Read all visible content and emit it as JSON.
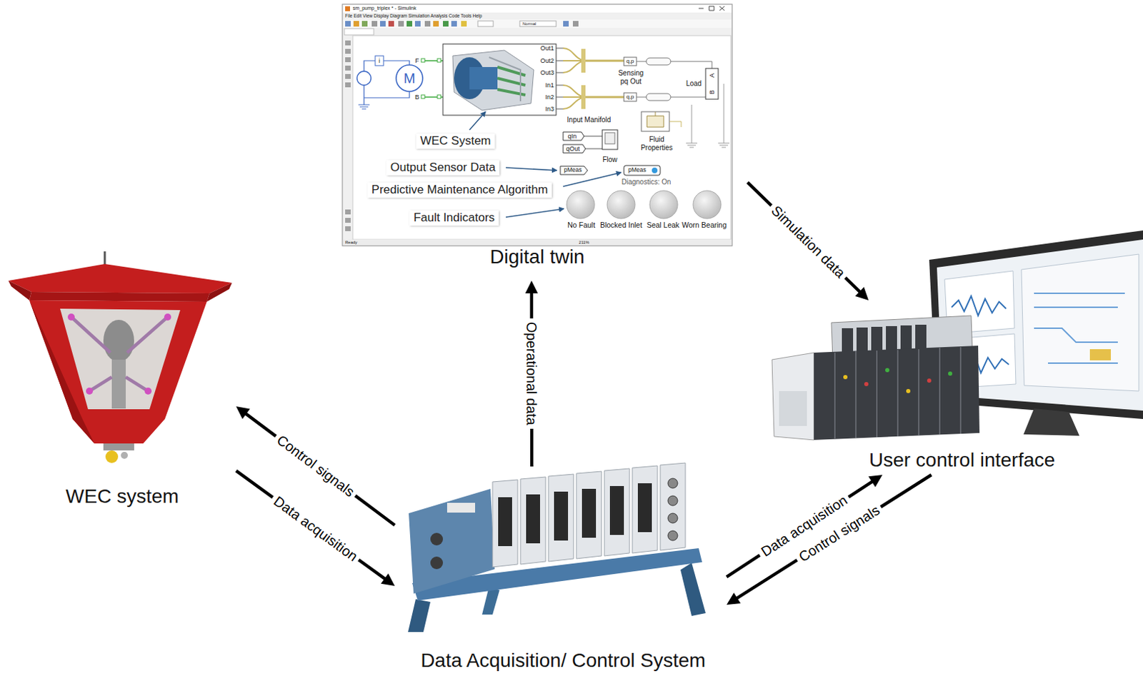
{
  "diagram": {
    "nodes": [
      {
        "text": [
          "Digital twin"
        ]
      },
      {
        "text": [
          "WEC system"
        ]
      },
      {
        "text": [
          "User control interface"
        ]
      },
      {
        "text": [
          "Data Acquisition/ Control System"
        ]
      }
    ],
    "edges": [
      {
        "from": 3,
        "to": 1,
        "arrow": "to",
        "label": "Control signals"
      },
      {
        "from": 1,
        "to": 3,
        "arrow": "to",
        "label": "Data acquisition"
      },
      {
        "from": 3,
        "to": 0,
        "arrow": "to",
        "label": "Operational data"
      },
      {
        "from": 0,
        "to": 2,
        "arrow": "to",
        "label": "Simulation data"
      },
      {
        "from": 3,
        "to": 2,
        "arrow": "to",
        "label": "Data acquisition"
      },
      {
        "from": 2,
        "to": 3,
        "arrow": "to",
        "label": "Control signals"
      }
    ],
    "labels": [
      "sm_pump_triplex * - Simulink",
      "File Edit View Display Diagram Simulation Analysis Code Tools Help",
      "Normal",
      "i",
      "M",
      "F",
      "B",
      "Out1",
      "Out2",
      "Out3",
      "In1",
      "In2",
      "In3",
      "q,p",
      "Sensing pq Out",
      "q,p",
      "Load",
      "A",
      "B",
      "Input Manifold",
      "qIn",
      "qOut",
      "Flow",
      "Fluid Properties",
      "WEC System",
      "Output Sensor Data",
      "pMeas",
      "pMeas",
      "Diagnostics: On",
      "Predictive Maintenance Algorithm",
      "Fault Indicators",
      "No Fault",
      "Blocked Inlet",
      "Seal Leak",
      "Worn Bearing",
      "Ready",
      "211%"
    ]
  }
}
